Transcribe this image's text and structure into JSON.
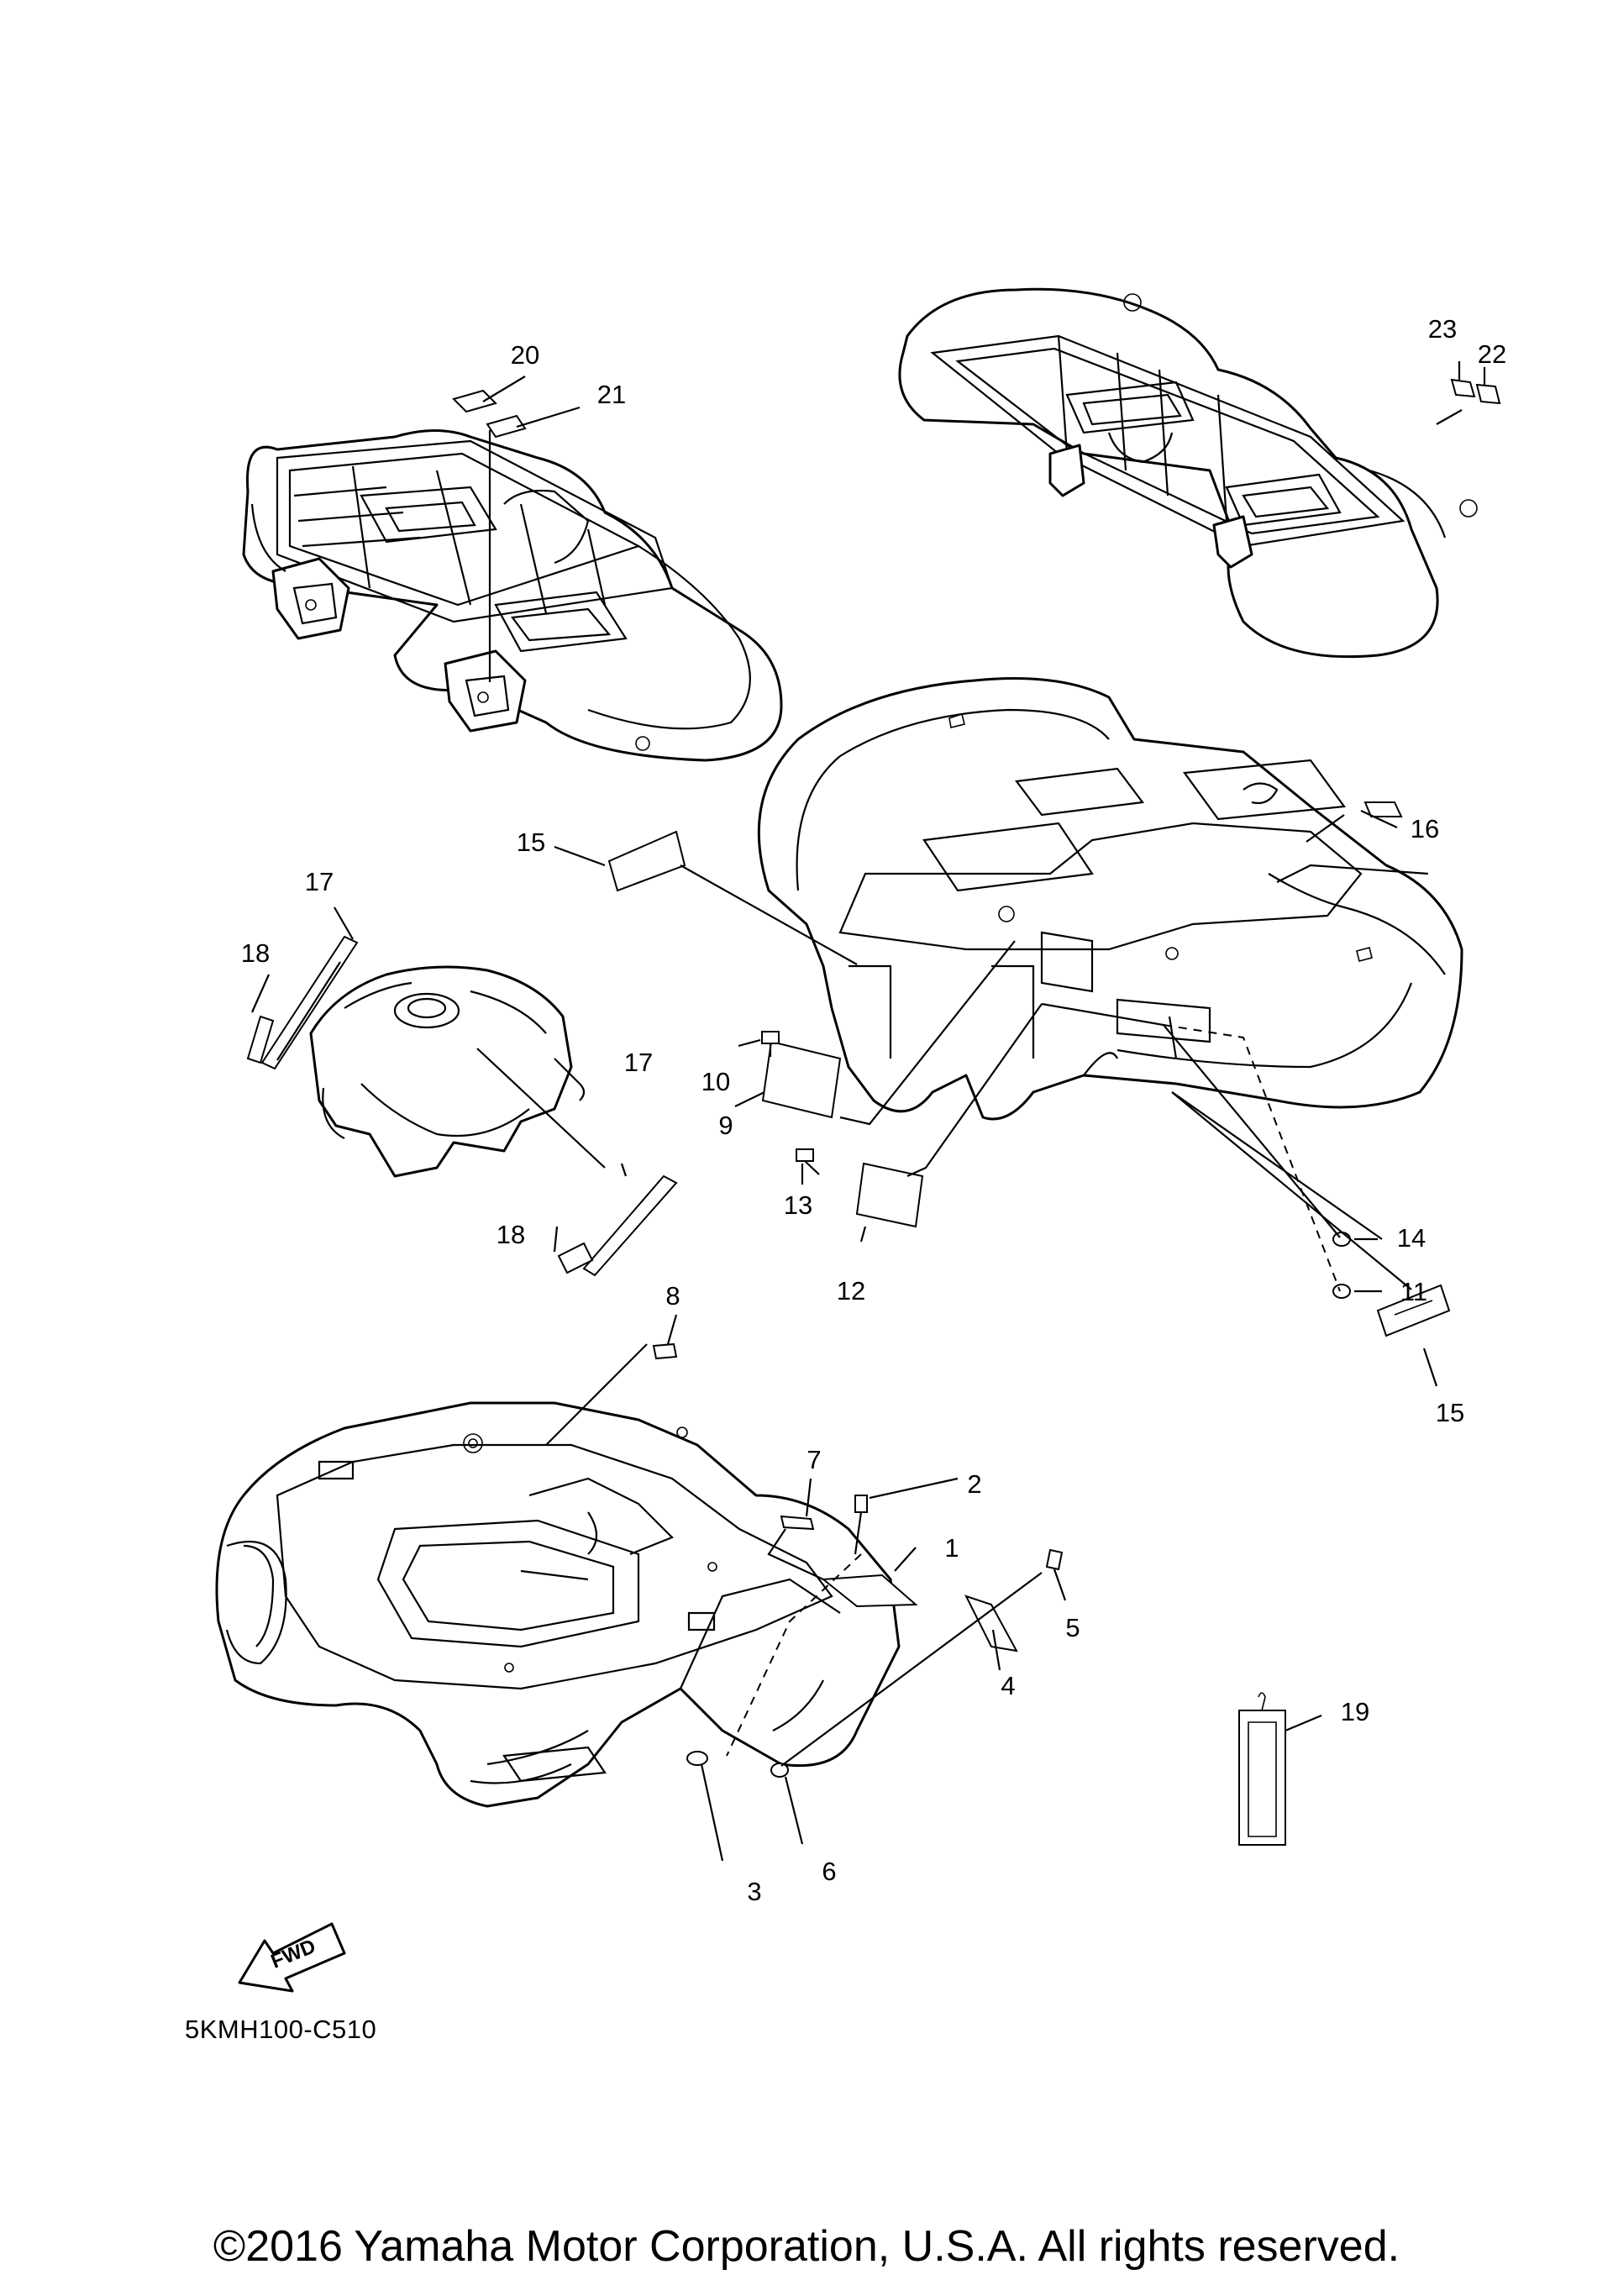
{
  "diagram": {
    "callouts": [
      {
        "num": "1"
      },
      {
        "num": "2"
      },
      {
        "num": "3"
      },
      {
        "num": "4"
      },
      {
        "num": "5"
      },
      {
        "num": "6"
      },
      {
        "num": "7"
      },
      {
        "num": "8"
      },
      {
        "num": "9"
      },
      {
        "num": "10"
      },
      {
        "num": "11"
      },
      {
        "num": "12"
      },
      {
        "num": "13"
      },
      {
        "num": "14"
      },
      {
        "num": "15"
      },
      {
        "num": "15"
      },
      {
        "num": "16"
      },
      {
        "num": "17"
      },
      {
        "num": "17"
      },
      {
        "num": "18"
      },
      {
        "num": "18"
      },
      {
        "num": "19"
      },
      {
        "num": "20"
      },
      {
        "num": "21"
      },
      {
        "num": "22"
      },
      {
        "num": "23"
      }
    ],
    "fwd_label": "FWD",
    "code": "5KMH100-C510"
  },
  "footer": {
    "copyright": "©2016 Yamaha Motor Corporation, U.S.A. All rights reserved."
  }
}
